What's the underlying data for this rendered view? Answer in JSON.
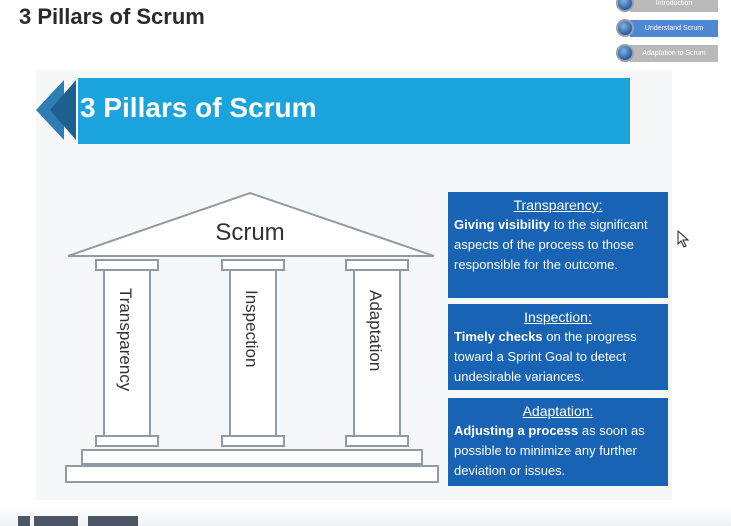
{
  "page_title": "3 Pillars of Scrum",
  "nav": [
    {
      "label": "Introduction",
      "color": "#b9b9b9"
    },
    {
      "label": "Understand Scrum",
      "color": "#4f86d6"
    },
    {
      "label": "Adaptation to Scrum",
      "color": "#b9b9b9"
    }
  ],
  "slide": {
    "banner_title": "3 Pillars of Scrum",
    "roof_label": "Scrum",
    "pillars": [
      "Transparency",
      "Inspection",
      "Adaptation"
    ],
    "boxes": [
      {
        "heading": "Transparency",
        "bold": "Giving visibility",
        "text": " to the significant aspects of the process to those responsible for the outcome."
      },
      {
        "heading": "Inspection",
        "bold": "Timely checks",
        "text": " on the progress toward a Sprint Goal to detect undesirable variances."
      },
      {
        "heading": "Adaptation",
        "bold": "Adjusting a process",
        "text": " as soon as possible to minimize any further deviation or issues."
      }
    ]
  },
  "colors": {
    "banner": "#1aa3dc",
    "box": "#1863b3",
    "chevron_dark": "#1d5f8f"
  }
}
